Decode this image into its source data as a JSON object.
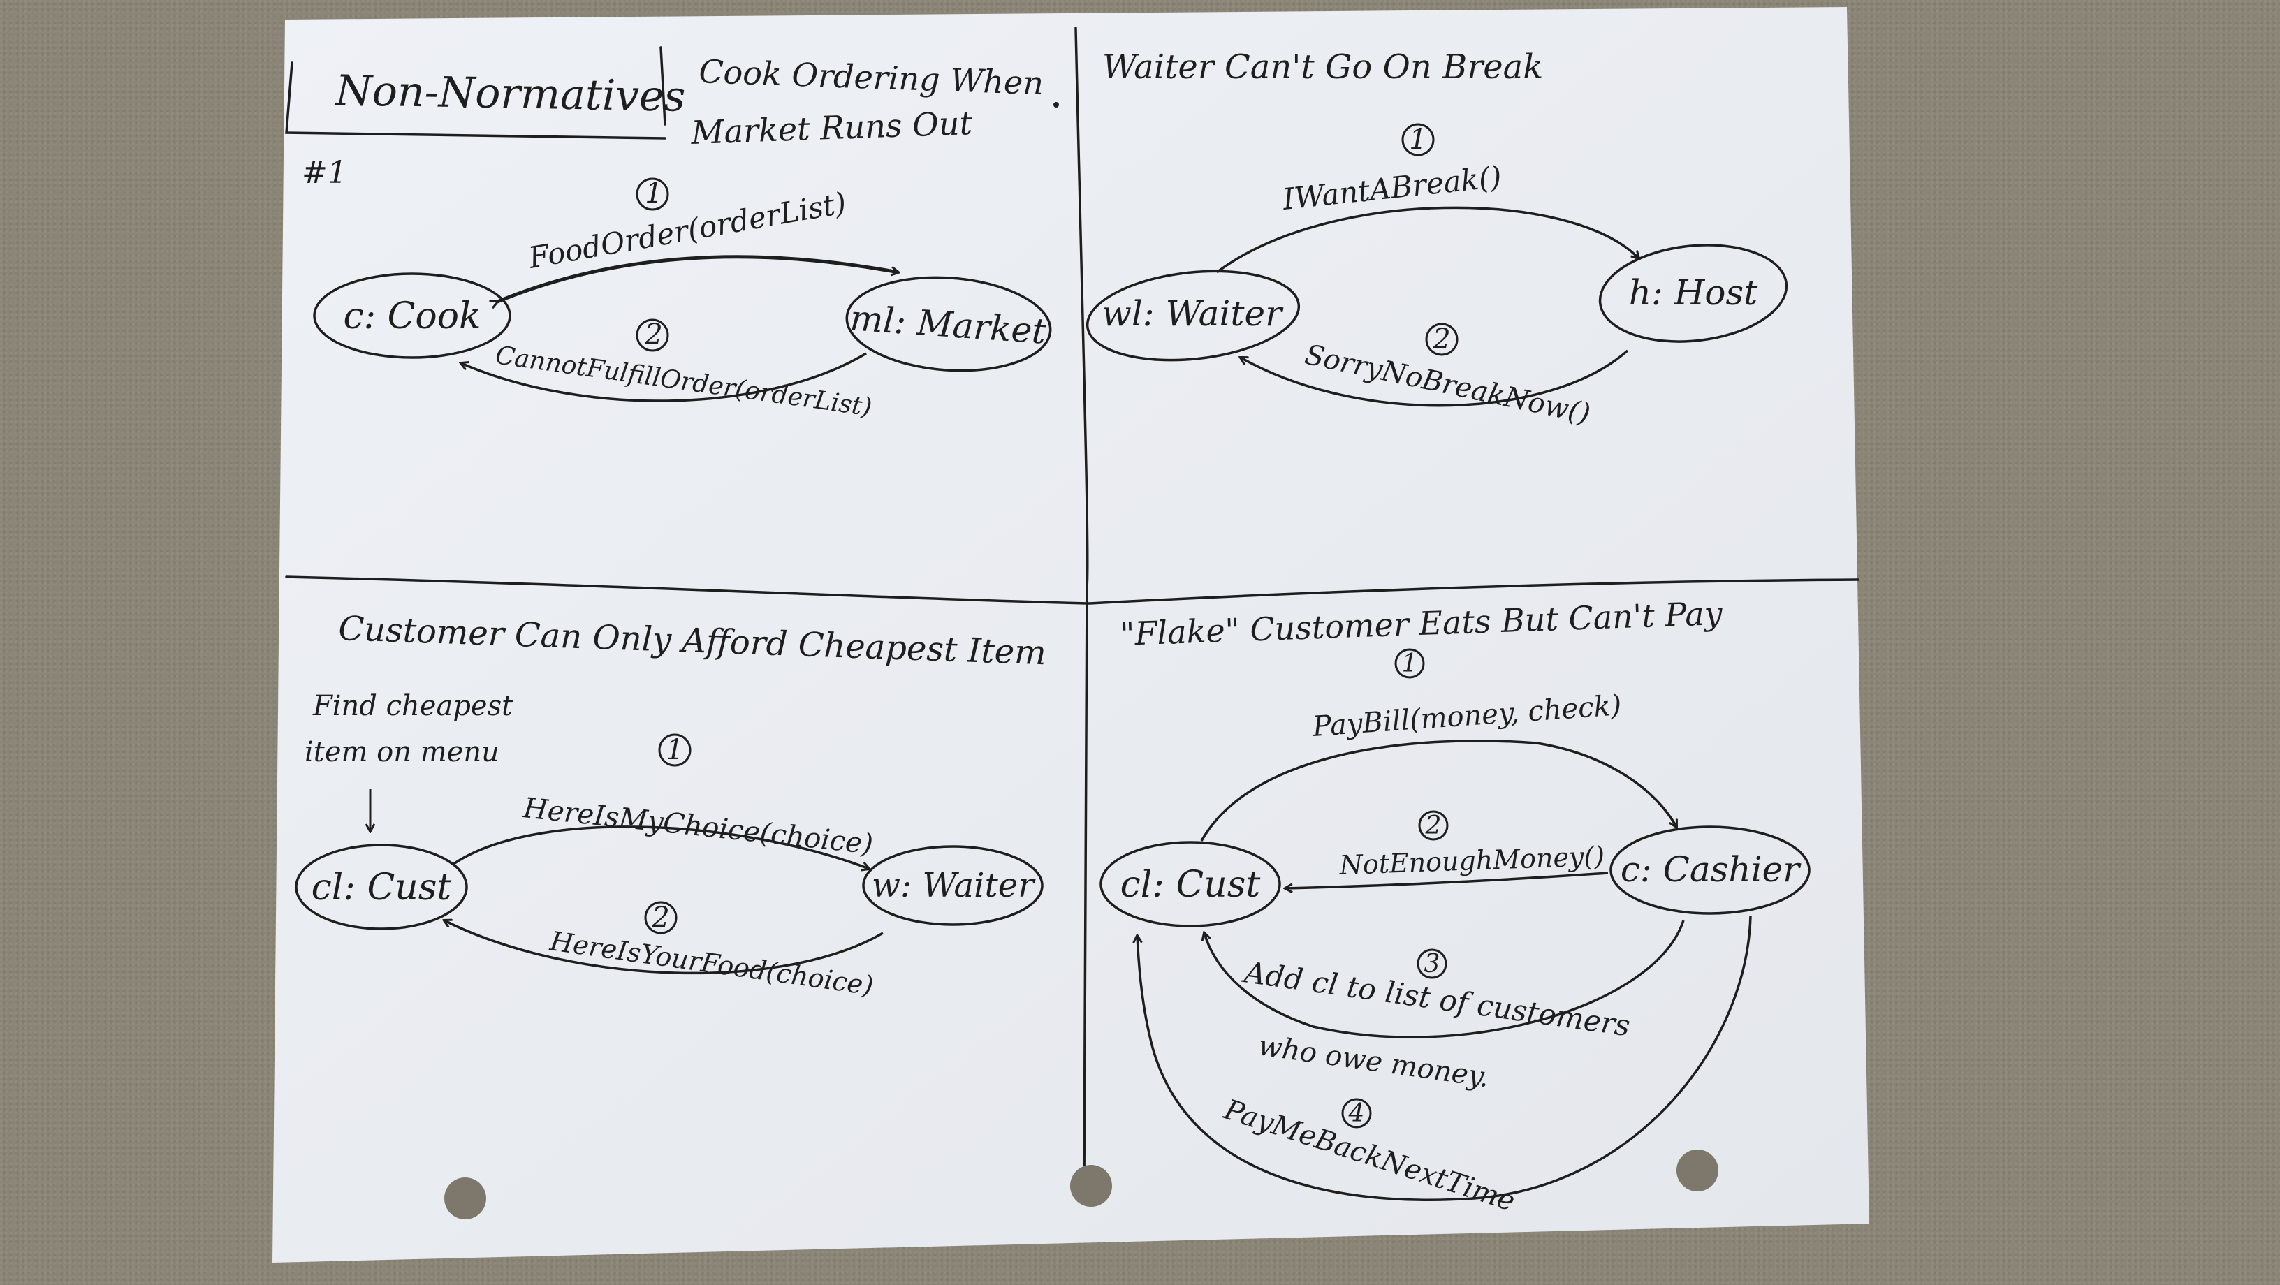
{
  "heading": {
    "box_title": "Non-Normatives",
    "number": "#1"
  },
  "scenarios": [
    {
      "title_lines": [
        "Cook Ordering When",
        "Market Runs Out"
      ],
      "nodes": [
        "c: Cook",
        "ml: Market"
      ],
      "messages": [
        {
          "step": "1",
          "label": "FoodOrder(orderList)"
        },
        {
          "step": "2",
          "label": "CannotFulfillOrder(orderList)"
        }
      ]
    },
    {
      "title": "Waiter Can't Go On Break",
      "nodes": [
        "wl: Waiter",
        "h: Host"
      ],
      "messages": [
        {
          "step": "1",
          "label": "IWantABreak()"
        },
        {
          "step": "2",
          "label": "SorryNoBreakNow()"
        }
      ]
    },
    {
      "title": "Customer Can Only Afford Cheapest Item",
      "note_lines": [
        "Find cheapest",
        "item on menu"
      ],
      "nodes": [
        "cl: Cust",
        "w: Waiter"
      ],
      "messages": [
        {
          "step": "1",
          "label": "HereIsMyChoice(choice)"
        },
        {
          "step": "2",
          "label": "HereIsYourFood(choice)"
        }
      ]
    },
    {
      "title": "\"Flake\" Customer Eats But Can't Pay",
      "nodes": [
        "cl: Cust",
        "c: Cashier"
      ],
      "messages": [
        {
          "step": "1",
          "label": "PayBill(money, check)"
        },
        {
          "step": "2",
          "label": "NotEnoughMoney()"
        },
        {
          "step": "3",
          "label_lines": [
            "Add cl to list of customers",
            "who owe money."
          ]
        },
        {
          "step": "4",
          "label": "PayMeBackNextTime"
        }
      ]
    }
  ],
  "colors": {
    "paper": "#eceff4",
    "ink": "#1e1e1e",
    "background": "#8a8576"
  }
}
